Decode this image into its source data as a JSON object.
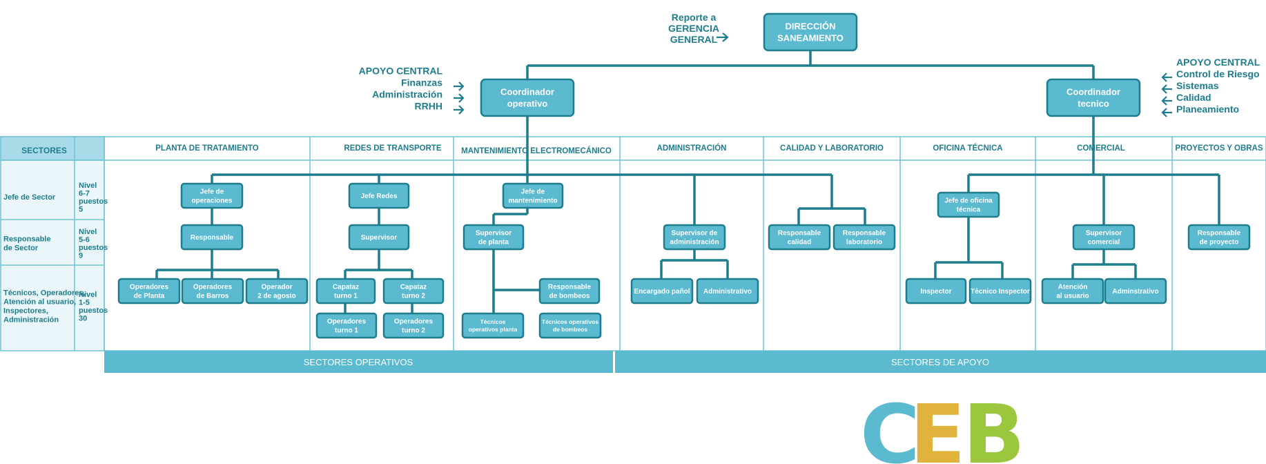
{
  "top": {
    "direction": [
      "DIRECCIÓN",
      "SANEAMIENTO"
    ],
    "report": [
      "Reporte a",
      "GERENCIA",
      "GENERAL"
    ],
    "coord_op": [
      "Coordinador",
      "operativo"
    ],
    "coord_tec": [
      "Coordinador",
      "tecnico"
    ],
    "apoyo_left": [
      "APOYO CENTRAL",
      "Finanzas",
      "Administración",
      "RRHH"
    ],
    "apoyo_right": [
      "APOYO CENTRAL",
      "Control de Riesgo",
      "Sistemas",
      "Calidad",
      "Planeamiento"
    ]
  },
  "table": {
    "sectores_label": "SECTORES",
    "rows": [
      {
        "label": [
          "Jefe de Sector"
        ],
        "nivel": [
          "Nivel",
          "6-7",
          "puestos",
          "5"
        ]
      },
      {
        "label": [
          "Responsable",
          "de Sector"
        ],
        "nivel": [
          "Nivel",
          "5-6",
          "puestos",
          "9"
        ]
      },
      {
        "label": [
          "Técnicos, Operadores,",
          "Atención al usuario,",
          "Inspectores,",
          "Administración"
        ],
        "nivel": [
          "Nivel",
          "1-5",
          "puestos",
          "30"
        ]
      }
    ],
    "columns": [
      "PLANTA DE TRATAMIENTO",
      "REDES DE TRANSPORTE",
      "MANTENIMIENTO  ELECTROMECÁNICO",
      "ADMINISTRACIÓN",
      "CALIDAD Y LABORATORIO",
      "OFICINA TÉCNICA",
      "COMERCIAL",
      "PROYECTOS Y OBRAS"
    ],
    "bands": [
      "SECTORES OPERATIVOS",
      "SECTORES DE APOYO"
    ]
  },
  "boxes": {
    "jefe_op": [
      "Jefe de",
      "operaciones"
    ],
    "responsable": [
      "Responsable"
    ],
    "op_planta": [
      "Operadores",
      "de Planta"
    ],
    "op_barros": [
      "Operadores",
      "de Barros"
    ],
    "op_agosto": [
      "Operador",
      "2 de agosto"
    ],
    "jefe_redes": [
      "Jefe Redes"
    ],
    "supervisor": [
      "Supervisor"
    ],
    "capataz1": [
      "Capataz",
      "turno 1"
    ],
    "capataz2": [
      "Capataz",
      "turno 2"
    ],
    "operadores1": [
      "Operadores",
      "turno 1"
    ],
    "operadores2": [
      "Operadores",
      "turno 2"
    ],
    "jefe_mant": [
      "Jefe de",
      "mantenimiento"
    ],
    "sup_planta": [
      "Supervisor",
      "de planta"
    ],
    "resp_bombeos": [
      "Responsable",
      "de bombeos"
    ],
    "tec_planta": [
      "Técnicos",
      "operativos planta"
    ],
    "tec_bombeos": [
      "Técnicos operativos",
      "de bombeos"
    ],
    "sup_admin": [
      "Supervisor de",
      "administración"
    ],
    "encargado": [
      "Encargado pañol"
    ],
    "administrativo": [
      "Administrativo"
    ],
    "resp_calidad": [
      "Responsable",
      "calidad"
    ],
    "resp_lab": [
      "Responsable",
      "laboratorio"
    ],
    "jefe_oficina": [
      "Jefe de oficina",
      "técnica"
    ],
    "inspector": [
      "Inspector"
    ],
    "tec_inspector": [
      "Técnico Inspector"
    ],
    "sup_comercial": [
      "Supervisor",
      "comercial"
    ],
    "atencion": [
      "Atención",
      "al usuario"
    ],
    "adminstrativo": [
      "Adminstrativo"
    ],
    "resp_proyecto": [
      "Responsable",
      "de proyecto"
    ]
  },
  "logo": {
    "text": "CEB",
    "colors": [
      "#5bbad0",
      "#ef5a3a",
      "#e0b43c",
      "#9bc73f"
    ]
  }
}
